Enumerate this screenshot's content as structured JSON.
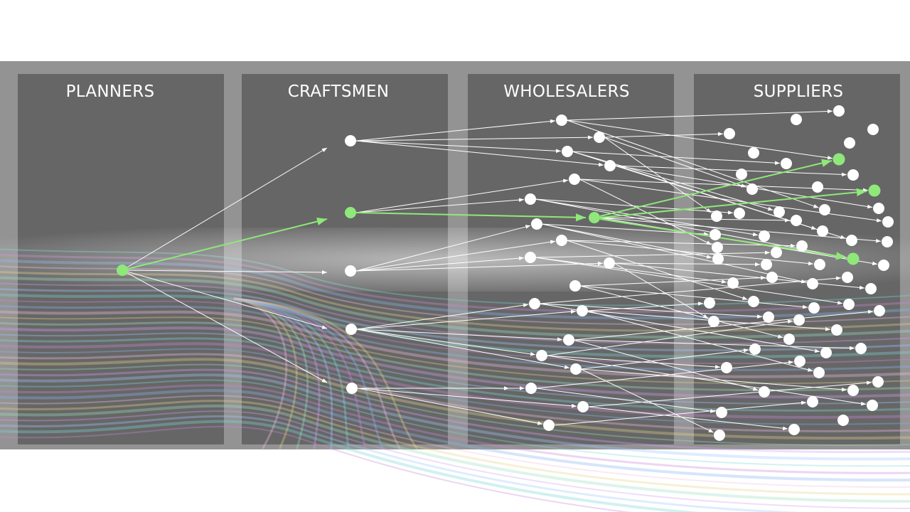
{
  "columns": [
    {
      "label": "PLANNERS"
    },
    {
      "label": "CRAFTSMEN"
    },
    {
      "label": "WHOLESALERS"
    },
    {
      "label": "SUPPLIERS"
    }
  ],
  "colors": {
    "background": "#939393",
    "panel": "#666666",
    "edge": "#ffffff",
    "highlight": "#8fe87a"
  }
}
